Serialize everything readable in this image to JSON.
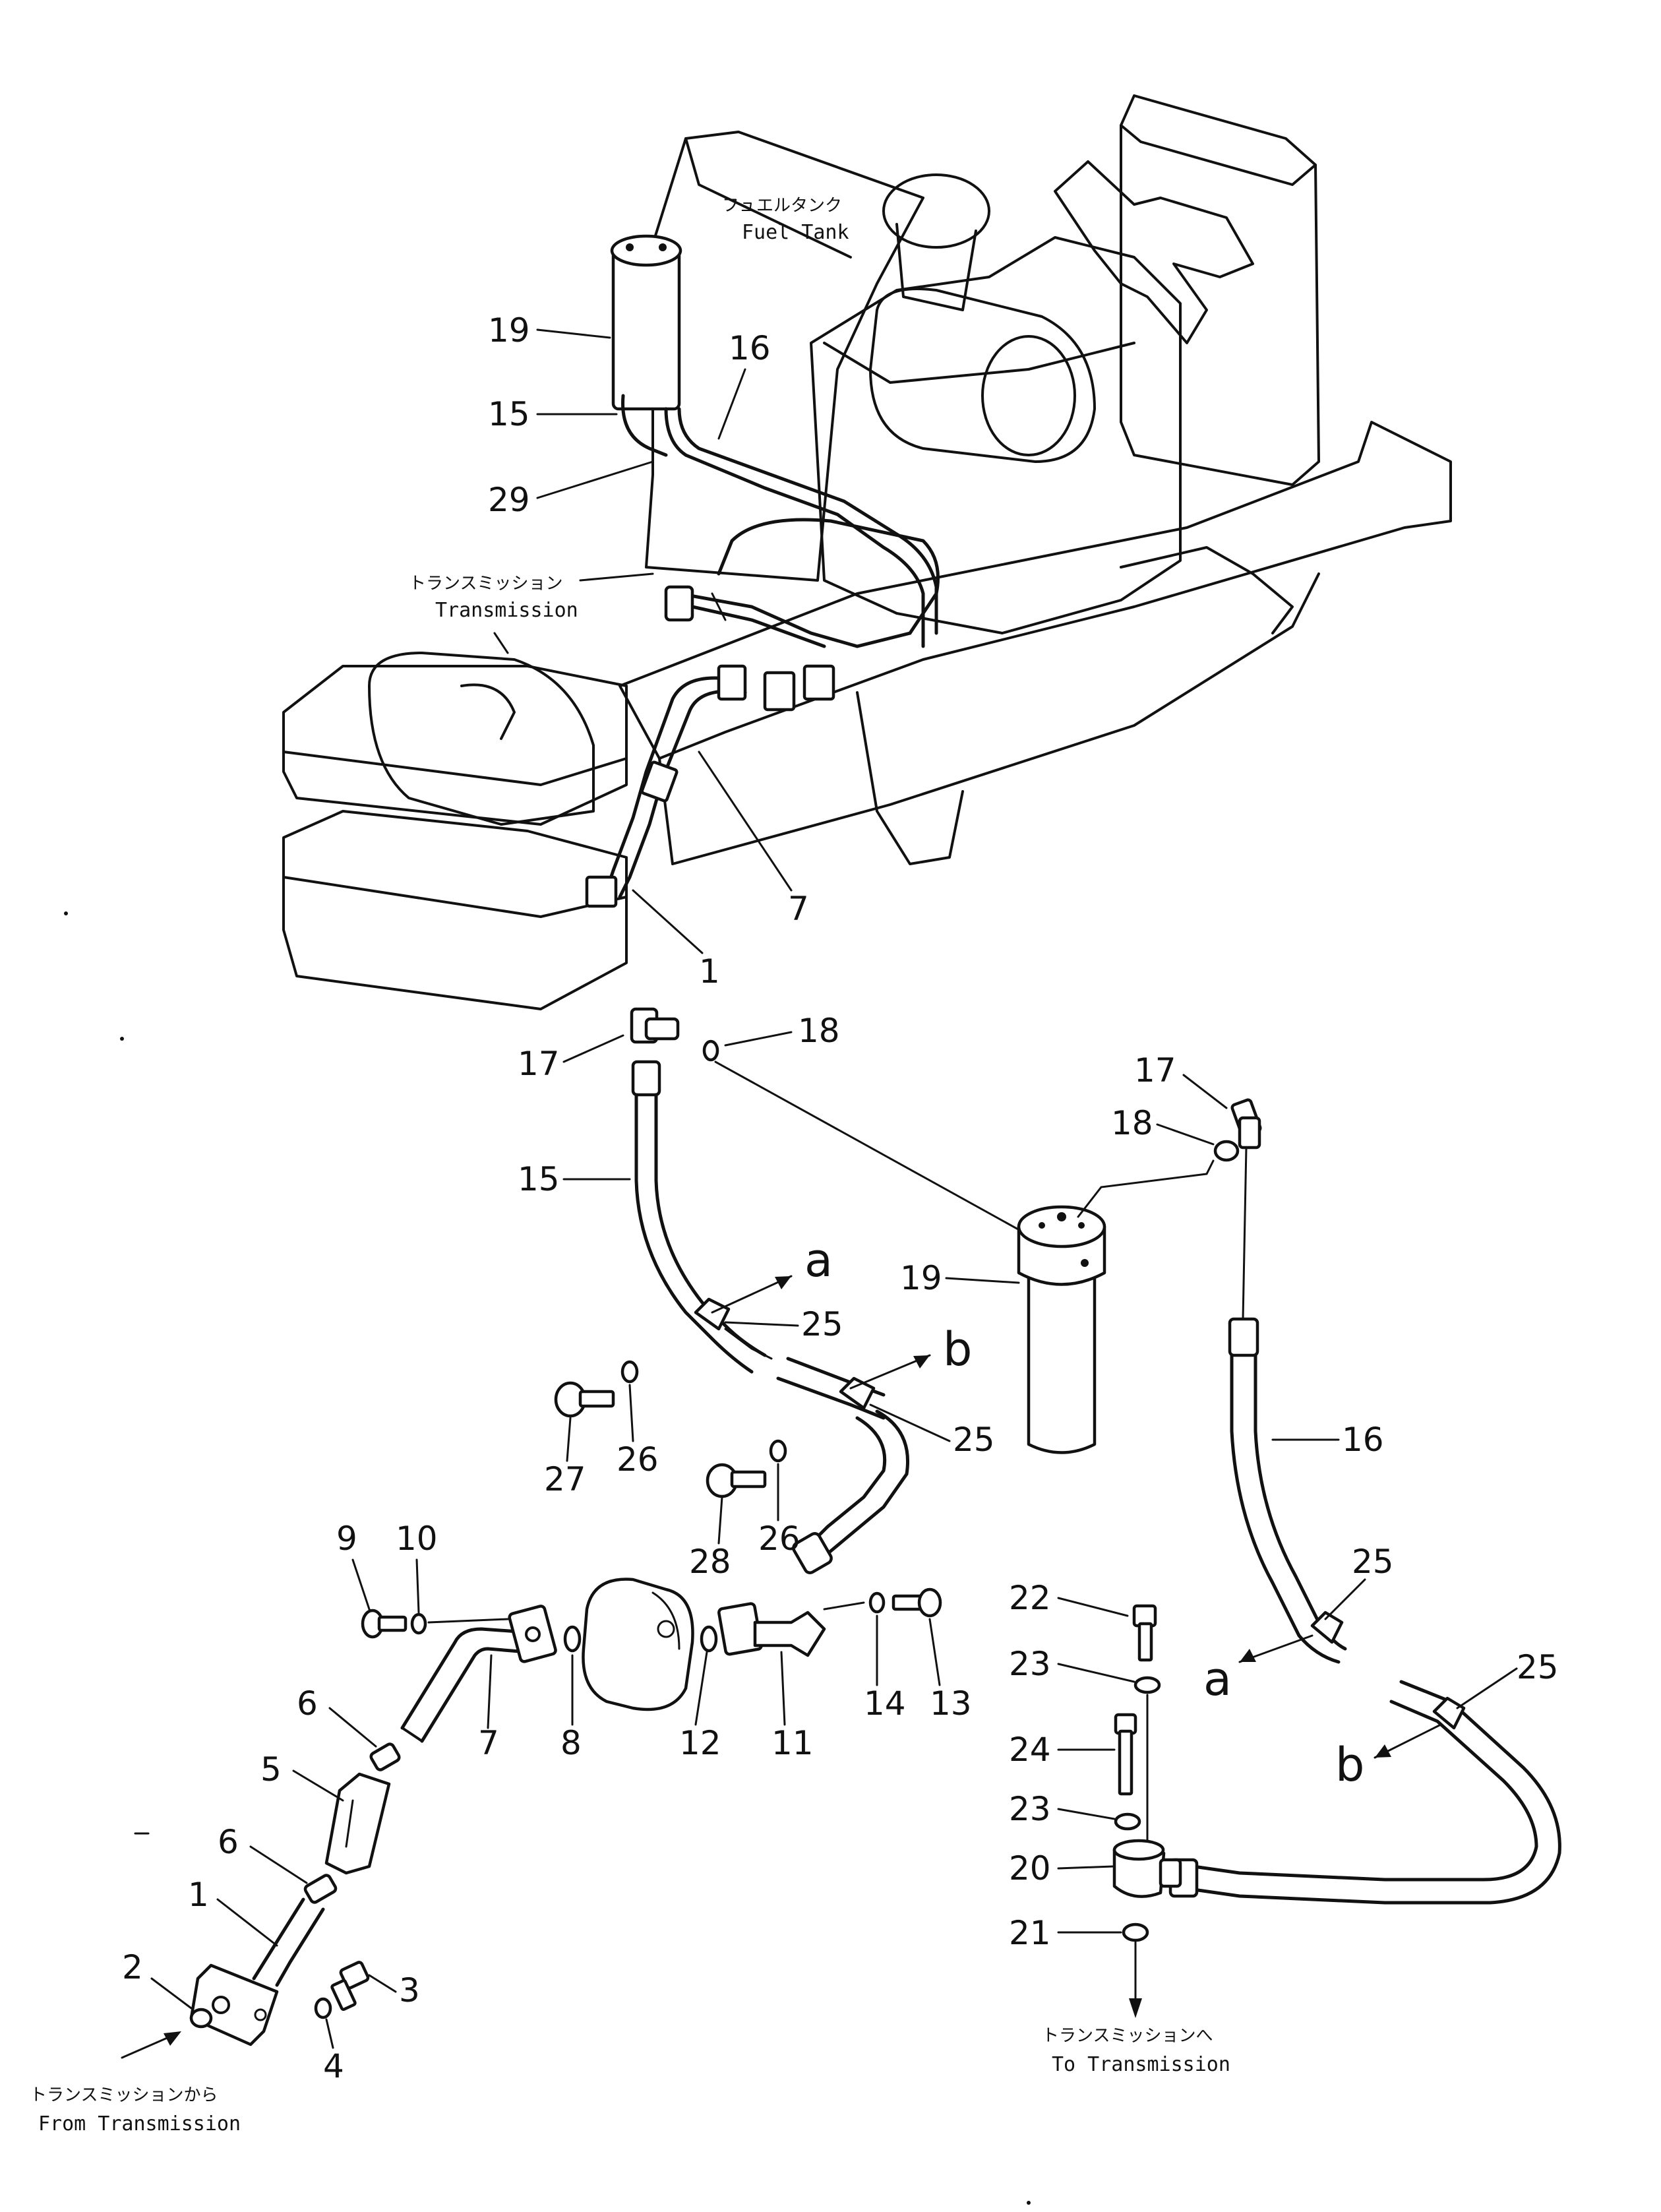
{
  "labels": {
    "fuel_tank_jp": "フュエルタンク",
    "fuel_tank_en": "Fuel Tank",
    "transmission_jp": "トランスミッション",
    "transmission_en": "Transmission",
    "from_transmission_jp": "トランスミッションから",
    "from_transmission_en": "From Transmission",
    "to_transmission_jp": "トランスミッションへ",
    "to_transmission_en": "To Transmission"
  },
  "callouts": {
    "c1": "1",
    "c2": "2",
    "c3": "3",
    "c4": "4",
    "c5": "5",
    "c6": "6",
    "c7": "7",
    "c8": "8",
    "c9": "9",
    "c10": "10",
    "c11": "11",
    "c12": "12",
    "c13": "13",
    "c14": "14",
    "c15": "15",
    "c16": "16",
    "c17": "17",
    "c18": "18",
    "c19": "19",
    "c20": "20",
    "c21": "21",
    "c22": "22",
    "c23": "23",
    "c24": "24",
    "c25": "25",
    "c26": "26",
    "c27": "27",
    "c28": "28",
    "c29": "29"
  },
  "letters": {
    "a": "a",
    "b": "b"
  }
}
